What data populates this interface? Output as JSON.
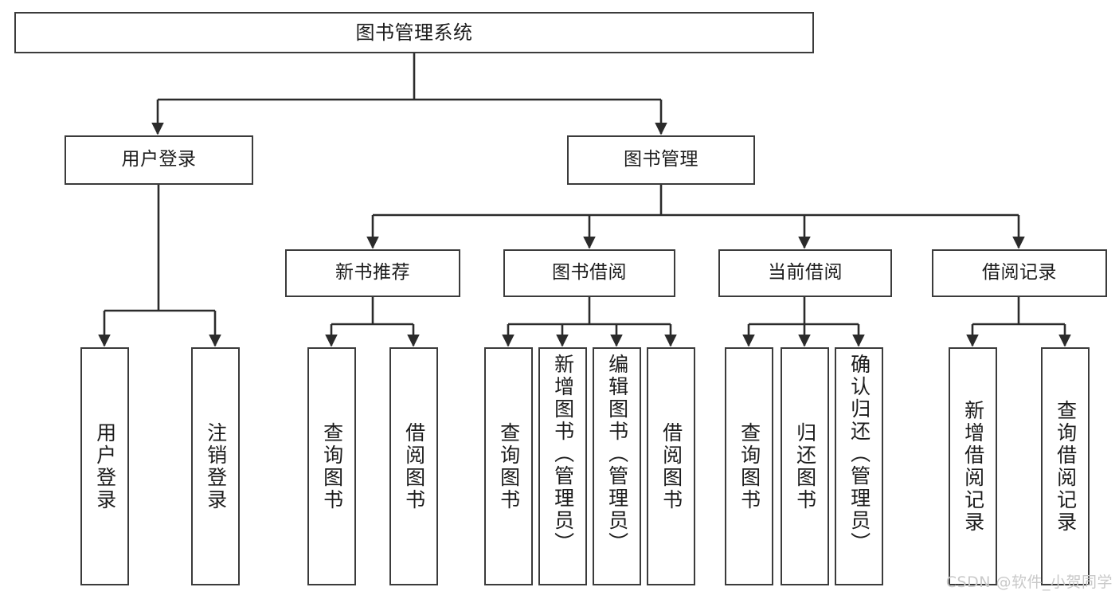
{
  "diagram": {
    "title": "图书管理系统",
    "type": "tree-hierarchy-diagram",
    "colors": {
      "box_border": "#3b3b3b",
      "box_fill": "#ffffff",
      "edge": "#2b2b2b",
      "text": "#1c1c1c",
      "watermark": "#c9c9c9",
      "background": "#ffffff"
    },
    "watermark": "CSDN @软件_小贺同学",
    "nodes": {
      "root": {
        "label": "图书管理系统"
      },
      "level2": [
        {
          "label": "用户登录"
        },
        {
          "label": "图书管理"
        }
      ],
      "level3": [
        {
          "label": "新书推荐"
        },
        {
          "label": "图书借阅"
        },
        {
          "label": "当前借阅"
        },
        {
          "label": "借阅记录"
        }
      ],
      "leaves": {
        "user_login": [
          {
            "label": "用户登录"
          },
          {
            "label": "注销登录"
          }
        ],
        "new_book_recommend": [
          {
            "label": "查询图书"
          },
          {
            "label": "借阅图书"
          }
        ],
        "book_borrow": [
          {
            "label": "查询图书"
          },
          {
            "label": "新增图书（管理员）"
          },
          {
            "label": "编辑图书（管理员）"
          },
          {
            "label": "借阅图书"
          }
        ],
        "current_borrow": [
          {
            "label": "查询图书"
          },
          {
            "label": "归还图书"
          },
          {
            "label": "确认归还（管理员）"
          }
        ],
        "borrow_record": [
          {
            "label": "新增借阅记录"
          },
          {
            "label": "查询借阅记录"
          }
        ]
      }
    }
  }
}
